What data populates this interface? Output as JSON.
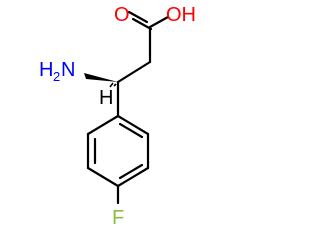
{
  "molecule": {
    "atoms": {
      "oxygen_carbonyl": "O",
      "hydroxyl": "OH",
      "amine_main": "H",
      "amine_sub": "2",
      "amine_n": "N",
      "stereo_h": "H",
      "fluorine": "F"
    },
    "colors": {
      "bond": "#000000",
      "oxygen": "#ff0000",
      "nitrogen": "#0000ff",
      "fluorine": "#8fbb3f",
      "carbon_h": "#000000"
    }
  }
}
